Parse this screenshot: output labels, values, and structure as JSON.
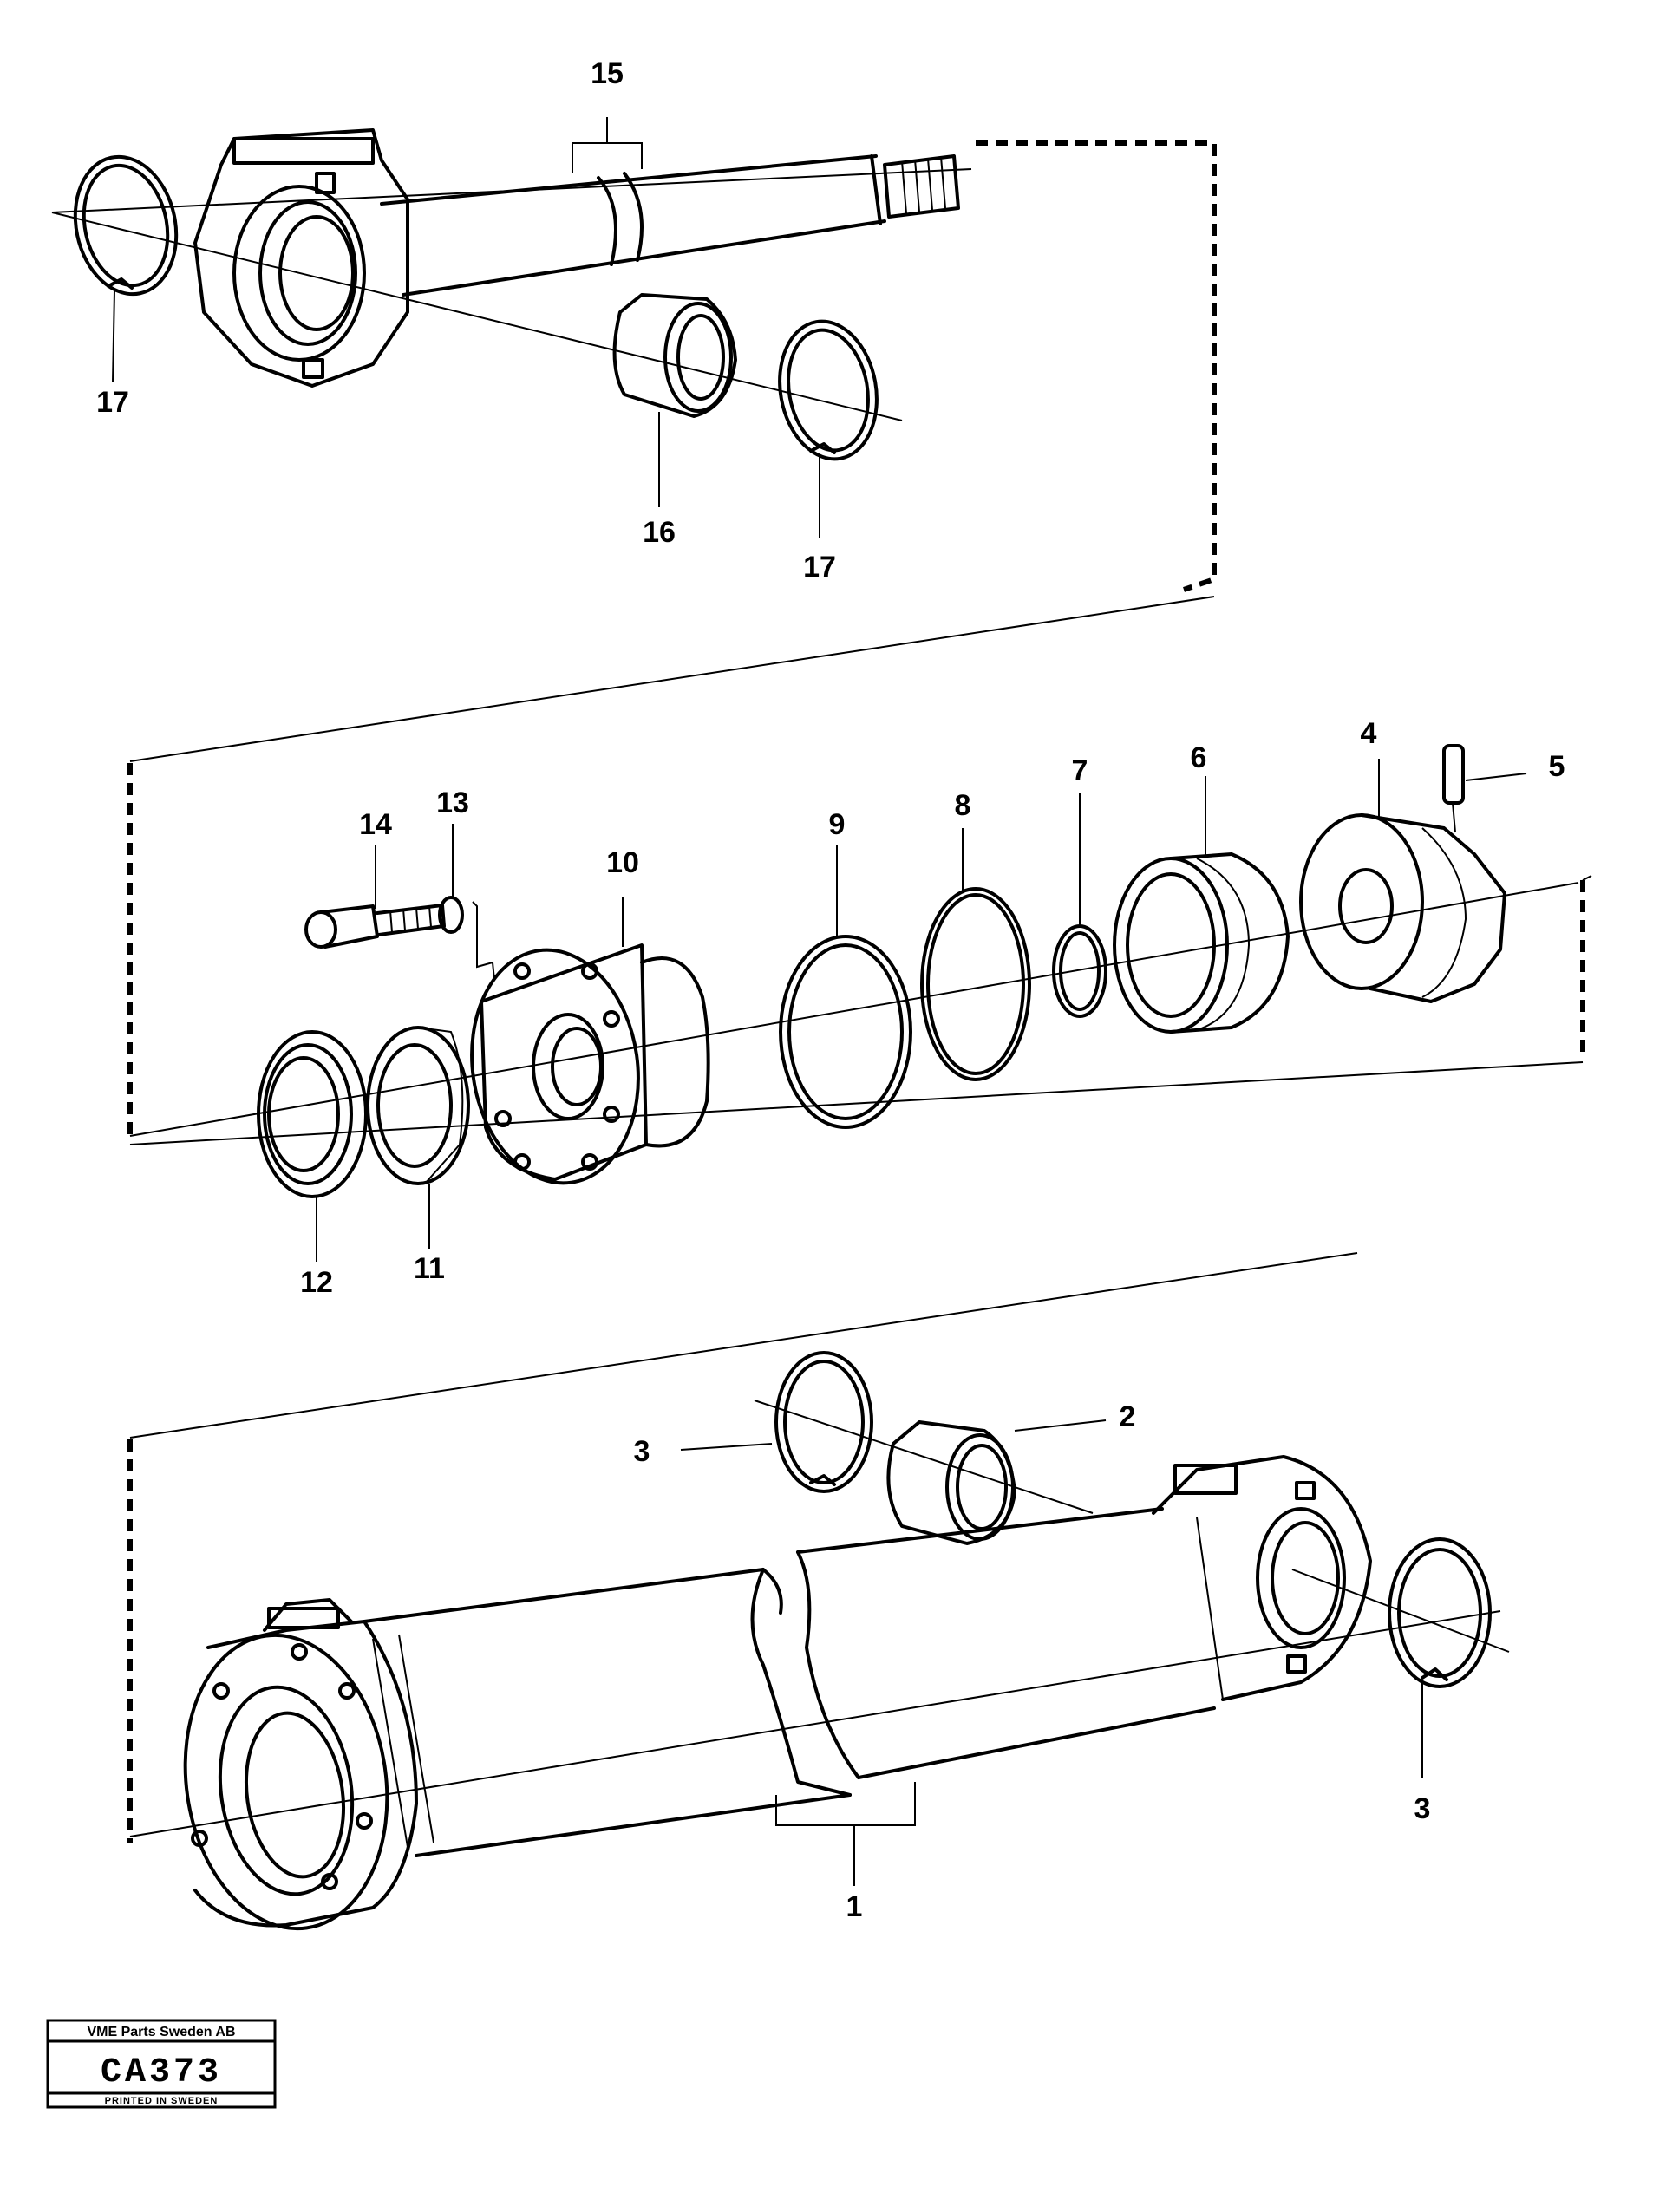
{
  "callouts": [
    {
      "id": "c15",
      "text": "15"
    },
    {
      "id": "c17a",
      "text": "17"
    },
    {
      "id": "c16",
      "text": "16"
    },
    {
      "id": "c17b",
      "text": "17"
    },
    {
      "id": "c14",
      "text": "14"
    },
    {
      "id": "c13",
      "text": "13"
    },
    {
      "id": "c10",
      "text": "10"
    },
    {
      "id": "c9",
      "text": "9"
    },
    {
      "id": "c8",
      "text": "8"
    },
    {
      "id": "c7",
      "text": "7"
    },
    {
      "id": "c6",
      "text": "6"
    },
    {
      "id": "c4",
      "text": "4"
    },
    {
      "id": "c5",
      "text": "5"
    },
    {
      "id": "c12",
      "text": "12"
    },
    {
      "id": "c11",
      "text": "11"
    },
    {
      "id": "c3a",
      "text": "3"
    },
    {
      "id": "c2",
      "text": "2"
    },
    {
      "id": "c3b",
      "text": "3"
    },
    {
      "id": "c1",
      "text": "1"
    }
  ],
  "plate": {
    "company": "VME Parts Sweden AB",
    "code": "CA373",
    "printed": "PRINTED IN SWEDEN"
  }
}
